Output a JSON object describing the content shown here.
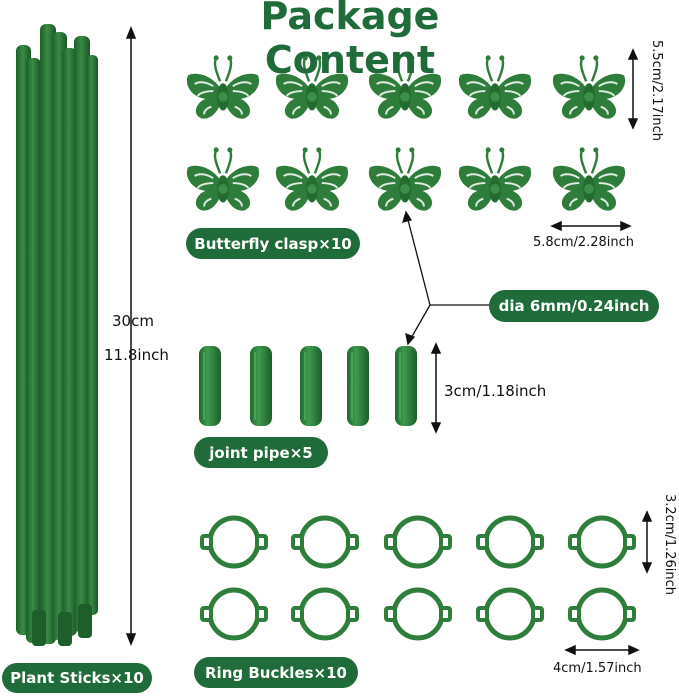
{
  "header": {
    "title": "Package Content"
  },
  "labels": {
    "plant_sticks": "Plant Sticks×10",
    "butterfly_clasp": "Butterfly clasp×10",
    "joint_pipe": "joint pipe×5",
    "ring_buckles": "Ring Buckles×10",
    "diameter": "dia 6mm/0.24inch"
  },
  "dimensions": {
    "stick_length_cm": "30cm",
    "stick_length_in": "11.8inch",
    "butterfly_height": "5.5cm/2.17inch",
    "butterfly_width": "5.8cm/2.28inch",
    "pipe_length": "3cm/1.18inch",
    "ring_height": "3.2cm/1.26inch",
    "ring_width": "4cm/1.57inch"
  },
  "colors": {
    "brand_green": "#1f6b3a",
    "product_green": "#2e7d3a"
  },
  "icons": {
    "butterfly": "butterfly-clip-icon",
    "pipe": "joint-pipe-icon",
    "ring": "ring-buckle-icon"
  }
}
